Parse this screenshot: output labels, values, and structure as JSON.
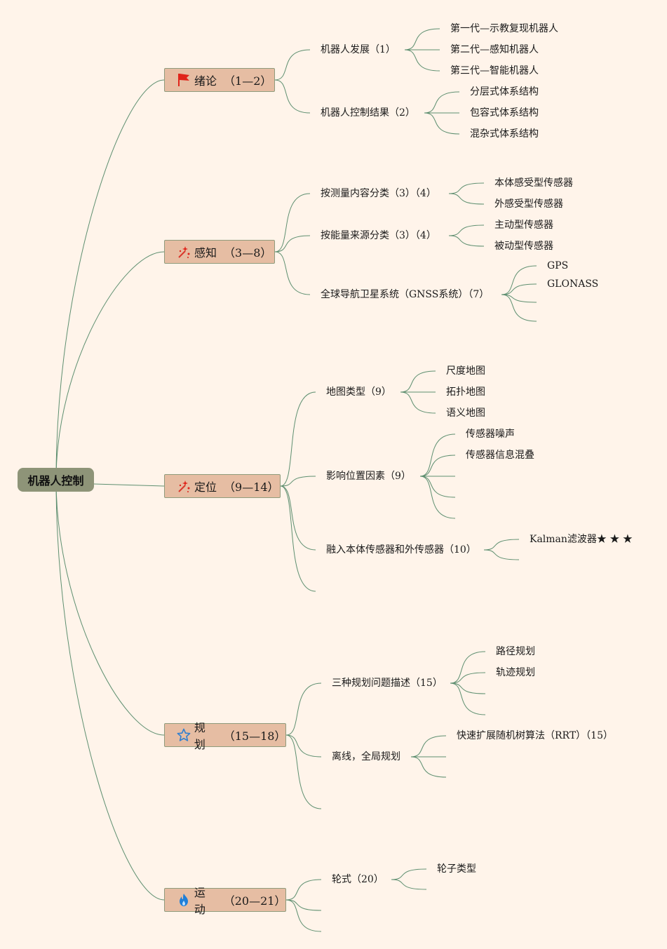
{
  "root": {
    "label": "机器人控制"
  },
  "topics": [
    {
      "id": "t1",
      "icon": "red-flag-icon",
      "title": "绪论",
      "range": "（1—2）"
    },
    {
      "id": "t2",
      "icon": "magic-wand-icon",
      "title": "感知",
      "range": "（3—8）"
    },
    {
      "id": "t3",
      "icon": "magic-wand-icon",
      "title": "定位",
      "range": "（9—14）"
    },
    {
      "id": "t4",
      "icon": "star-outline-icon",
      "title": "规划",
      "range": "（15—18）"
    },
    {
      "id": "t5",
      "icon": "flame-icon",
      "title": "运动",
      "range": "（20—21）"
    }
  ],
  "subtopics": {
    "s11": "机器人发展（1）",
    "s12": "机器人控制结果（2）",
    "s21": "按测量内容分类（3）（4）",
    "s22": "按能量来源分类（3）（4）",
    "s23": "全球导航卫星系统（GNSS系统）（7）",
    "s31": "地图类型（9）",
    "s32": "影响位置因素（9）",
    "s33": "融入本体传感器和外传感器（10）",
    "s41": "三种规划问题描述（15）",
    "s42": "离线，全局规划",
    "s51": "轮式（20）"
  },
  "leaves": {
    "l111": "第一代—示教复现机器人",
    "l112": "第二代—感知机器人",
    "l113": "第三代—智能机器人",
    "l121": "分层式体系结构",
    "l122": "包容式体系结构",
    "l123": "混杂式体系结构",
    "l211": "本体感受型传感器",
    "l212": "外感受型传感器",
    "l221": "主动型传感器",
    "l222": "被动型传感器",
    "l231": "GPS",
    "l232": "GLONASS",
    "l311": "尺度地图",
    "l312": "拓扑地图",
    "l313": "语义地图",
    "l321": "传感器噪声",
    "l322": "传感器信息混叠",
    "l331": "Kalman滤波器★ ★ ★",
    "l411": "路径规划",
    "l412": "轨迹规划",
    "l421": "快速扩展随机树算法（RRT）（15）",
    "l511": "轮子类型"
  },
  "colors": {
    "background": "#fff4ea",
    "line": "#5e8f70",
    "root_fill": "#8e9478",
    "topic_fill": "#e6bda3",
    "flag_red": "#e0251b",
    "flame_blue": "#1e7fd9",
    "star_blue": "#2f7fd0"
  }
}
